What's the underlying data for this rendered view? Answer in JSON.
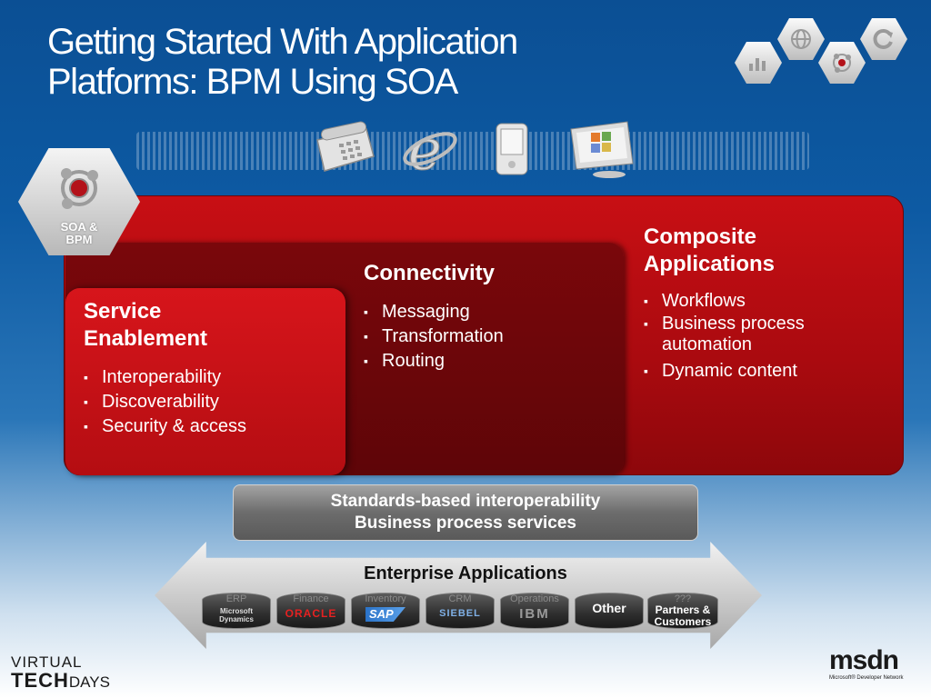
{
  "title": "Getting Started With Application Platforms: BPM Using SOA",
  "soa_badge": {
    "line1": "SOA &",
    "line2": "BPM"
  },
  "service_enablement": {
    "heading_line1": "Service",
    "heading_line2": "Enablement",
    "items": [
      "Interoperability",
      "Discoverability",
      "Security & access"
    ]
  },
  "connectivity": {
    "heading": "Connectivity",
    "items": [
      "Messaging",
      "Transformation",
      "Routing"
    ]
  },
  "composite": {
    "heading_line1": "Composite",
    "heading_line2": "Applications",
    "items": [
      "Workflows",
      "Business process automation",
      "Dynamic content"
    ]
  },
  "standards": {
    "line1": "Standards-based interoperability",
    "line2": "Business process services"
  },
  "enterprise": {
    "title": "Enterprise Applications",
    "systems": [
      {
        "label": "ERP",
        "vendor": "Microsoft Dynamics"
      },
      {
        "label": "Finance",
        "vendor": "ORACLE"
      },
      {
        "label": "Inventory",
        "vendor": "SAP"
      },
      {
        "label": "CRM",
        "vendor": "SIEBEL"
      },
      {
        "label": "Operations",
        "vendor": "IBM"
      },
      {
        "label": "",
        "vendor": "Other"
      },
      {
        "label": "???",
        "vendor": "Partners & Customers"
      }
    ]
  },
  "footer": {
    "virtual": "VIRTUAL",
    "tech": "TECH",
    "days": "DAYS",
    "msdn": "msdn",
    "msdn_sub": "Microsoft® Developer Network"
  },
  "colors": {
    "panel_red": "#c80f14",
    "panel_dark": "#6a060a",
    "background": "#0d5aa3"
  },
  "icons": [
    "chart-icon",
    "globe-icon",
    "soa-network-icon",
    "refresh-icon",
    "telephone-icon",
    "internet-explorer-icon",
    "pda-icon",
    "monitor-office-icon"
  ]
}
